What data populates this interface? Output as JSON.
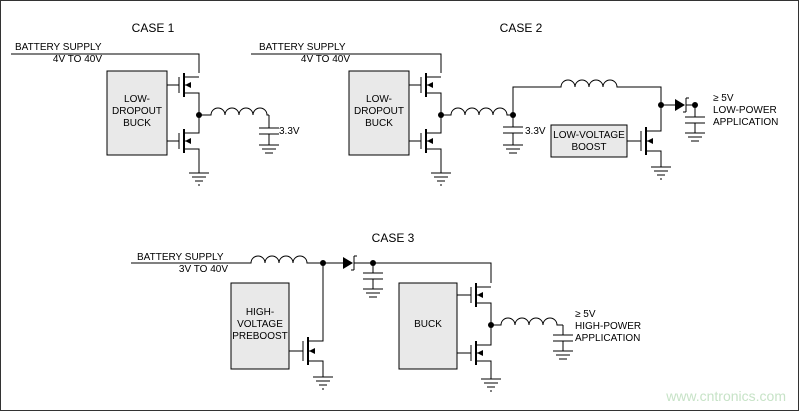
{
  "case1": {
    "title": "CASE 1",
    "supply_line1": "BATTERY SUPPLY",
    "supply_line2": "4V TO 40V",
    "block_line1": "LOW-",
    "block_line2": "DROPOUT",
    "block_line3": "BUCK",
    "output_voltage": "3.3V"
  },
  "case2": {
    "title": "CASE 2",
    "supply_line1": "BATTERY SUPPLY",
    "supply_line2": "4V TO 40V",
    "block_line1": "LOW-",
    "block_line2": "DROPOUT",
    "block_line3": "BUCK",
    "output_voltage": "3.3V",
    "boost_line1": "LOW-VOLTAGE",
    "boost_line2": "BOOST",
    "app_line1": "≥ 5V",
    "app_line2": "LOW-POWER",
    "app_line3": "APPLICATION"
  },
  "case3": {
    "title": "CASE 3",
    "supply_line1": "BATTERY SUPPLY",
    "supply_line2": "3V TO 40V",
    "preboost_line1": "HIGH-",
    "preboost_line2": "VOLTAGE",
    "preboost_line3": "PREBOOST",
    "buck_label": "BUCK",
    "app_line1": "≥ 5V",
    "app_line2": "HIGH-POWER",
    "app_line3": "APPLICATION"
  },
  "watermark": "www.cntronics.com"
}
